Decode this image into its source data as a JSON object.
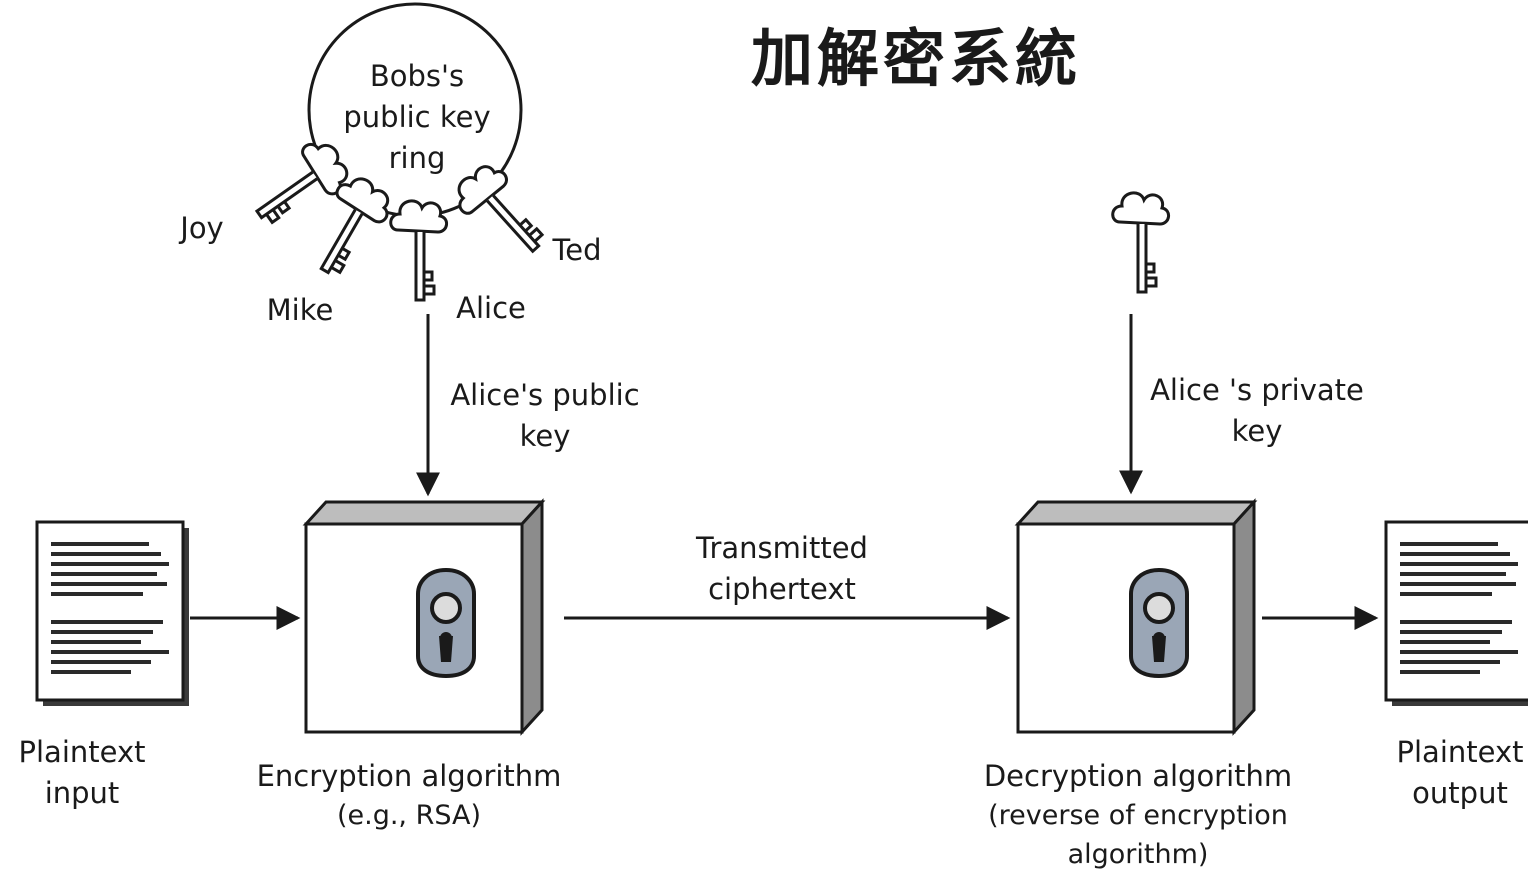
{
  "title": {
    "text": "加解密系統",
    "color": "#e01010"
  },
  "key_ring": {
    "label_lines": [
      "Bobs's",
      "public key",
      "ring"
    ],
    "keys": [
      {
        "name": "Joy"
      },
      {
        "name": "Mike"
      },
      {
        "name": "Alice"
      },
      {
        "name": "Ted"
      }
    ]
  },
  "public_key_label": [
    "Alice's public",
    "key"
  ],
  "private_key_label": [
    "Alice 's private",
    "key"
  ],
  "plaintext_input_label": [
    "Plaintext",
    "input"
  ],
  "encryption_label": [
    "Encryption algorithm",
    "(e.g., RSA)"
  ],
  "transmitted_label": [
    "Transmitted",
    "ciphertext"
  ],
  "decryption_label": [
    "Decryption algorithm",
    "(reverse of encryption",
    "algorithm)"
  ],
  "plaintext_output_label": [
    "Plaintext",
    "output"
  ],
  "icons": {
    "document": "document-icon",
    "lock": "keyhole-lock-icon",
    "key": "key-icon"
  },
  "colors": {
    "line": "#1a1a1a",
    "box_top": "#bdbdbd",
    "box_side": "#8c8c8c",
    "lock_plate": "#9aa6b6"
  }
}
